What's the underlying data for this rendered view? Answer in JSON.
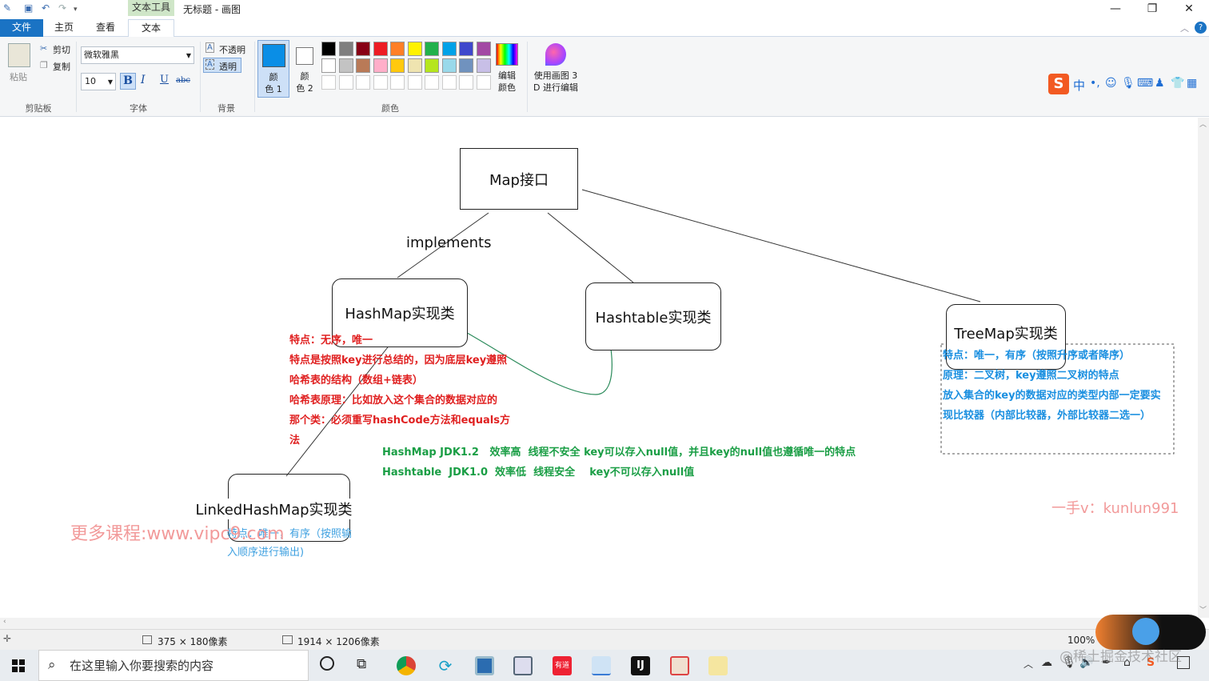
{
  "titlebar": {
    "context_tab": "文本工具",
    "window_title": "无标题 - 画图"
  },
  "tabs": {
    "file": "文件",
    "home": "主页",
    "view": "查看",
    "text": "文本"
  },
  "ribbon": {
    "clipboard": {
      "paste": "粘贴",
      "cut": "剪切",
      "copy": "复制",
      "group": "剪贴板"
    },
    "font": {
      "family": "微软雅黑",
      "size": "10",
      "bold": "B",
      "italic": "I",
      "underline": "U",
      "strike": "abc",
      "group": "字体"
    },
    "background": {
      "opaque": "不透明",
      "transparent": "透明",
      "group": "背景"
    },
    "colors": {
      "color1": "颜\n色 1",
      "color2": "颜\n色 2",
      "edit": "编辑\n颜色",
      "paint3d": "使用画图 3\nD 进行编辑",
      "group": "颜色",
      "palette_row1": [
        "#000000",
        "#7f7f7f",
        "#880015",
        "#ed1c24",
        "#ff7f27",
        "#fff200",
        "#22b14c",
        "#00a2e8",
        "#3f48cc",
        "#a349a4"
      ],
      "palette_row2": [
        "#ffffff",
        "#c3c3c3",
        "#b97a57",
        "#ffaec9",
        "#ffc90e",
        "#efe4b0",
        "#b5e61d",
        "#99d9ea",
        "#7092be",
        "#c8bfe7"
      ],
      "color1_value": "#0a8ee6"
    }
  },
  "diagram": {
    "map": "Map接口",
    "implements": "implements",
    "hashmap": "HashMap实现类",
    "hashtable": "Hashtable实现类",
    "treemap": "TreeMap实现类",
    "linkedhashmap": "LinkedHashMap实现类",
    "hashmap_notes": [
      "特点：无序，唯一",
      "特点是按照key进行总结的，因为底层key遵照",
      "哈希表的结构（数组+链表）",
      "哈希表原理：比如放入这个集合的数据对应的",
      "那个类：必须重写hashCode方法和equals方",
      "法"
    ],
    "compare_notes": [
      "HashMap JDK1.2   效率高  线程不安全 key可以存入null值，并且key的null值也遵循唯一的特点",
      "Hashtable  JDK1.0  效率低  线程安全    key不可以存入null值"
    ],
    "treemap_notes": [
      "特点：唯一，有序（按照升序或者降序）",
      "原理：二叉树，key遵照二叉树的特点",
      "放入集合的key的数据对应的类型内部一定要实",
      "现比较器（内部比较器，外部比较器二选一）"
    ],
    "linked_notes": [
      "特点：唯一，有序（按照输",
      "入顺序进行输出)"
    ],
    "watermark_left": "更多课程:www.vipc9.com",
    "watermark_right": "一手v：kunlun991"
  },
  "status": {
    "selection_size": "375 × 180像素",
    "image_size": "1914 × 1206像素",
    "zoom": "100%"
  },
  "taskbar": {
    "search_placeholder": "在这里输入你要搜索的内容"
  },
  "overlay": {
    "juejin": "@稀土掘金技术社区"
  }
}
